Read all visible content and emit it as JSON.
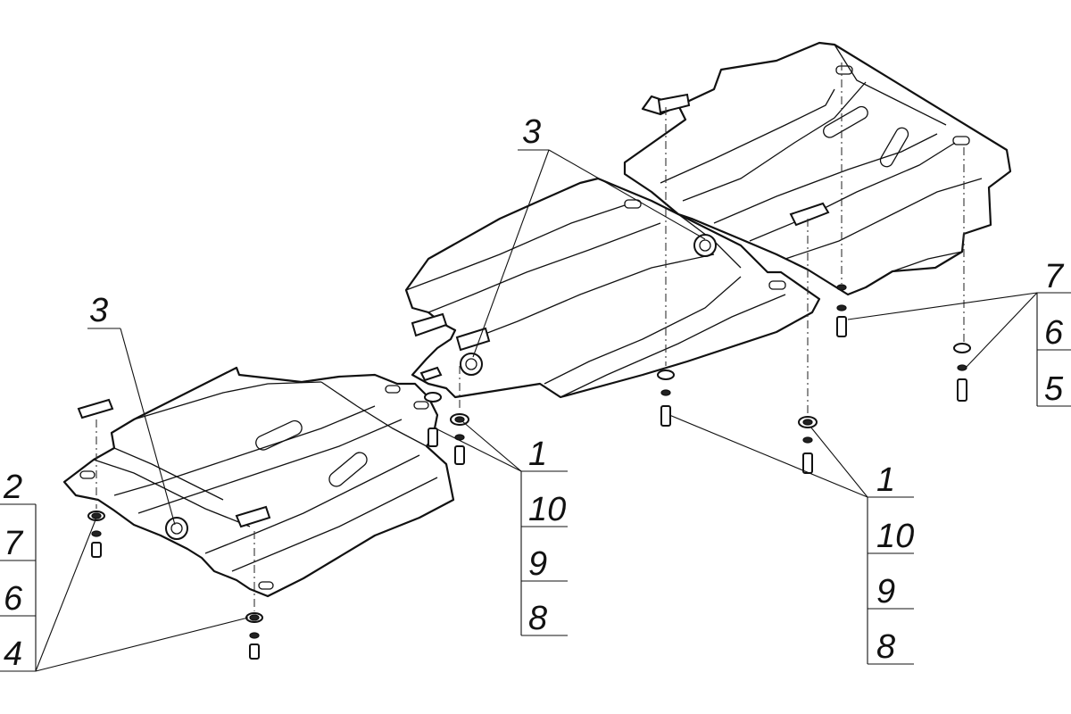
{
  "callouts": {
    "c3_left": "3",
    "c3_mid": "3",
    "group_left": [
      "2",
      "7",
      "6",
      "4"
    ],
    "group_center": [
      "1",
      "10",
      "9",
      "8"
    ],
    "group_right": [
      "1",
      "10",
      "9",
      "8"
    ],
    "group_far_right": [
      "7",
      "6",
      "5"
    ]
  }
}
